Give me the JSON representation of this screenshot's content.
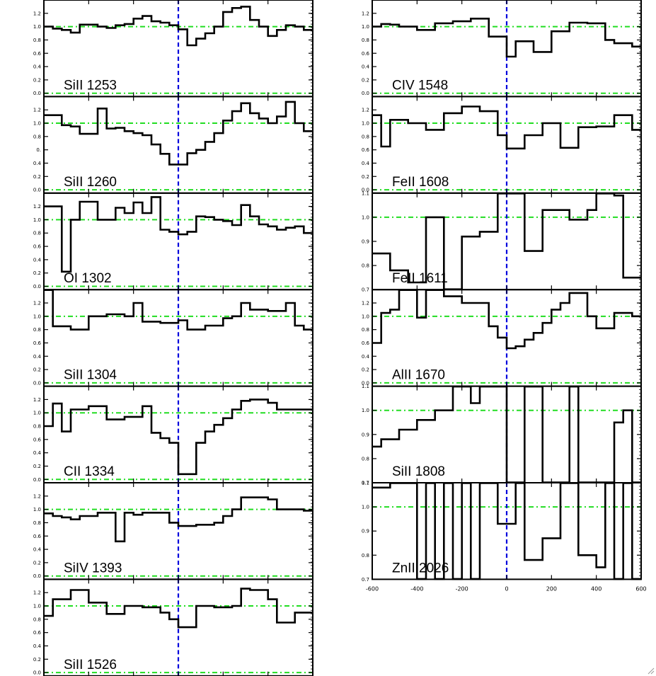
{
  "figure": {
    "x_ticks": [
      -600,
      -400,
      -200,
      0,
      200,
      400,
      600
    ],
    "colors": {
      "step": "#000000",
      "velocity_zero": "#0000dd",
      "reference": "#22dd22",
      "axes": "#000000"
    }
  },
  "chart_data": [
    {
      "type": "line",
      "column": "left",
      "label": "SiII 1253",
      "xlim": [
        -600,
        600
      ],
      "ylim": [
        -0.05,
        1.4
      ],
      "yticks": [
        0.0,
        0.2,
        0.4,
        0.6,
        0.8,
        1.0,
        1.2
      ],
      "yticklabels": [
        "0.0",
        "0.2",
        "0.4",
        "0.6",
        "0.8",
        "1.0",
        "1.2"
      ],
      "reference_lines": [
        0.0,
        1.0
      ],
      "x": [
        -600,
        -560,
        -520,
        -480,
        -440,
        -400,
        -360,
        -320,
        -280,
        -240,
        -200,
        -160,
        -120,
        -80,
        -40,
        0,
        40,
        80,
        120,
        160,
        200,
        240,
        280,
        320,
        360,
        400,
        440,
        480,
        520,
        560
      ],
      "y": [
        1.0,
        0.97,
        0.95,
        0.91,
        1.03,
        1.03,
        1.0,
        0.98,
        1.02,
        1.04,
        1.12,
        1.16,
        1.08,
        1.06,
        1.02,
        0.96,
        0.72,
        0.82,
        0.9,
        1.0,
        1.22,
        1.28,
        1.3,
        1.1,
        1.0,
        0.86,
        0.95,
        1.02,
        1.0,
        0.95
      ]
    },
    {
      "type": "line",
      "column": "left",
      "label": "SiII 1260",
      "xlim": [
        -600,
        600
      ],
      "ylim": [
        -0.05,
        1.4
      ],
      "yticks": [
        0.0,
        0.2,
        0.4,
        0.6,
        0.8,
        1.0,
        1.2
      ],
      "yticklabels": [
        "0.0",
        "0.2",
        "0.4",
        "0.",
        "0.8",
        "1.0",
        "1.2"
      ],
      "reference_lines": [
        0.0,
        1.0
      ],
      "x": [
        -600,
        -560,
        -520,
        -480,
        -440,
        -400,
        -360,
        -320,
        -280,
        -240,
        -200,
        -160,
        -120,
        -80,
        -40,
        0,
        40,
        80,
        120,
        160,
        200,
        240,
        280,
        320,
        360,
        400,
        440,
        480,
        520,
        560
      ],
      "y": [
        1.12,
        1.12,
        0.97,
        0.95,
        0.84,
        0.84,
        1.22,
        0.92,
        0.93,
        0.88,
        0.85,
        0.82,
        0.68,
        0.54,
        0.38,
        0.38,
        0.55,
        0.6,
        0.72,
        0.85,
        1.04,
        1.18,
        1.3,
        1.15,
        1.07,
        1.0,
        1.1,
        1.32,
        1.0,
        0.88
      ]
    },
    {
      "type": "line",
      "column": "left",
      "label": "OI 1302",
      "xlim": [
        -600,
        600
      ],
      "ylim": [
        -0.05,
        1.4
      ],
      "yticks": [
        0.0,
        0.2,
        0.4,
        0.6,
        0.8,
        1.0,
        1.2
      ],
      "yticklabels": [
        "0.0",
        "0.2",
        "0.4",
        "0.6",
        "0.8",
        "1.0",
        "1.2"
      ],
      "reference_lines": [
        0.0,
        1.0
      ],
      "x": [
        -600,
        -560,
        -520,
        -480,
        -440,
        -400,
        -360,
        -320,
        -280,
        -240,
        -200,
        -160,
        -120,
        -80,
        -40,
        0,
        40,
        80,
        120,
        160,
        200,
        240,
        280,
        320,
        360,
        400,
        440,
        480,
        520,
        560
      ],
      "y": [
        1.2,
        1.2,
        0.22,
        1.0,
        1.27,
        1.27,
        1.0,
        1.0,
        1.18,
        1.1,
        1.26,
        1.1,
        1.34,
        0.85,
        0.82,
        0.78,
        0.82,
        1.05,
        1.04,
        1.0,
        0.98,
        0.92,
        1.22,
        1.05,
        0.93,
        0.9,
        0.85,
        0.88,
        0.9,
        0.8
      ]
    },
    {
      "type": "line",
      "column": "left",
      "label": "SiII 1304",
      "xlim": [
        -600,
        600
      ],
      "ylim": [
        -0.05,
        1.4
      ],
      "yticks": [
        0.0,
        0.2,
        0.4,
        0.6,
        0.8,
        1.0,
        1.2
      ],
      "yticklabels": [
        "0.0",
        "0.2",
        "0.4",
        "0.6",
        "0.8",
        "1.0",
        "1.2"
      ],
      "reference_lines": [
        0.0,
        1.0
      ],
      "x": [
        -600,
        -560,
        -520,
        -480,
        -440,
        -400,
        -360,
        -320,
        -280,
        -240,
        -200,
        -160,
        -120,
        -80,
        -40,
        0,
        40,
        80,
        120,
        160,
        200,
        240,
        280,
        320,
        360,
        400,
        440,
        480,
        520,
        560
      ],
      "y": [
        1.4,
        0.85,
        0.85,
        0.8,
        0.8,
        1.0,
        1.0,
        1.03,
        1.03,
        1.0,
        1.2,
        0.92,
        0.92,
        0.9,
        0.9,
        0.94,
        0.8,
        0.8,
        0.86,
        0.86,
        0.97,
        1.0,
        1.2,
        1.1,
        1.1,
        1.08,
        1.08,
        1.2,
        0.86,
        0.8
      ]
    },
    {
      "type": "line",
      "column": "left",
      "label": "CII 1334",
      "xlim": [
        -600,
        600
      ],
      "ylim": [
        -0.05,
        1.4
      ],
      "yticks": [
        0.0,
        0.2,
        0.4,
        0.6,
        0.8,
        1.0,
        1.2
      ],
      "yticklabels": [
        "0.0",
        "0.2",
        "0.4",
        "0.6",
        "0.8",
        "1.0",
        "1.2"
      ],
      "reference_lines": [
        0.0,
        1.0
      ],
      "x": [
        -600,
        -560,
        -520,
        -480,
        -440,
        -400,
        -360,
        -320,
        -280,
        -240,
        -200,
        -160,
        -120,
        -80,
        -40,
        0,
        40,
        80,
        120,
        160,
        200,
        240,
        280,
        320,
        360,
        400,
        440,
        480,
        520,
        560
      ],
      "y": [
        0.8,
        1.14,
        0.72,
        1.05,
        1.05,
        1.1,
        1.1,
        0.9,
        0.9,
        0.94,
        0.94,
        1.1,
        0.7,
        0.62,
        0.55,
        0.08,
        0.08,
        0.55,
        0.72,
        0.82,
        0.92,
        1.05,
        1.18,
        1.2,
        1.2,
        1.15,
        1.05,
        1.05,
        1.05,
        1.05
      ]
    },
    {
      "type": "line",
      "column": "left",
      "label": "SiIV 1393",
      "xlim": [
        -600,
        600
      ],
      "ylim": [
        -0.05,
        1.4
      ],
      "yticks": [
        0.0,
        0.2,
        0.4,
        0.6,
        0.8,
        1.0,
        1.2
      ],
      "yticklabels": [
        "0.0",
        "0.2",
        "0.4",
        "0.6",
        "0.8",
        "1.0",
        "1.2"
      ],
      "reference_lines": [
        0.0,
        1.0
      ],
      "x": [
        -600,
        -560,
        -520,
        -480,
        -440,
        -400,
        -360,
        -320,
        -280,
        -240,
        -200,
        -160,
        -120,
        -80,
        -40,
        0,
        40,
        80,
        120,
        160,
        200,
        240,
        280,
        320,
        360,
        400,
        440,
        480,
        520,
        560
      ],
      "y": [
        0.94,
        0.9,
        0.88,
        0.85,
        0.9,
        0.9,
        0.95,
        0.95,
        0.52,
        0.95,
        0.92,
        0.95,
        0.95,
        0.95,
        0.8,
        0.75,
        0.75,
        0.77,
        0.77,
        0.8,
        0.9,
        1.0,
        1.18,
        1.18,
        1.18,
        1.15,
        1.0,
        1.0,
        1.0,
        0.98
      ]
    },
    {
      "type": "line",
      "column": "left",
      "label": "SiII 1526",
      "xlim": [
        -600,
        600
      ],
      "ylim": [
        -0.05,
        1.4
      ],
      "yticks": [
        0.0,
        0.2,
        0.4,
        0.6,
        0.8,
        1.0,
        1.2
      ],
      "yticklabels": [
        "0.0",
        "0.2",
        "0.4",
        "0.6",
        "0.8",
        "1.0",
        "1.2"
      ],
      "reference_lines": [
        0.0,
        1.0
      ],
      "x": [
        -600,
        -560,
        -520,
        -480,
        -440,
        -400,
        -360,
        -320,
        -280,
        -240,
        -200,
        -160,
        -120,
        -80,
        -40,
        0,
        40,
        80,
        120,
        160,
        200,
        240,
        280,
        320,
        360,
        400,
        440,
        480,
        520,
        560
      ],
      "y": [
        0.85,
        1.1,
        1.1,
        1.24,
        1.24,
        1.05,
        1.05,
        0.88,
        0.88,
        1.0,
        1.0,
        0.98,
        0.98,
        0.9,
        0.8,
        0.68,
        0.68,
        1.0,
        1.0,
        0.98,
        0.98,
        1.0,
        1.26,
        1.24,
        1.24,
        1.1,
        0.75,
        0.75,
        0.9,
        0.9
      ]
    },
    {
      "type": "line",
      "column": "right",
      "label": "CIV 1548",
      "xlim": [
        -600,
        600
      ],
      "ylim": [
        -0.05,
        1.4
      ],
      "yticks": [
        0.0,
        0.2,
        0.4,
        0.6,
        0.8,
        1.0,
        1.2
      ],
      "yticklabels": [
        "0.0",
        "0.2",
        "0.4",
        "0.6",
        "0.8",
        "1.0",
        "1.2"
      ],
      "reference_lines": [
        0.0,
        1.0
      ],
      "x": [
        -600,
        -560,
        -520,
        -480,
        -440,
        -400,
        -360,
        -320,
        -280,
        -240,
        -200,
        -160,
        -120,
        -80,
        -40,
        0,
        40,
        80,
        120,
        160,
        200,
        240,
        280,
        320,
        360,
        400,
        440,
        480,
        520,
        560
      ],
      "y": [
        1.0,
        1.04,
        1.03,
        1.0,
        1.0,
        0.95,
        0.95,
        1.05,
        1.05,
        1.08,
        1.08,
        1.12,
        1.12,
        0.85,
        0.85,
        0.55,
        0.78,
        0.78,
        0.62,
        0.62,
        0.93,
        0.93,
        1.06,
        1.06,
        1.05,
        1.05,
        0.8,
        0.75,
        0.75,
        0.7
      ]
    },
    {
      "type": "line",
      "column": "right",
      "label": "FeII 1608",
      "xlim": [
        -600,
        600
      ],
      "ylim": [
        -0.05,
        1.4
      ],
      "yticks": [
        0.0,
        0.2,
        0.4,
        0.6,
        0.8,
        1.0,
        1.2
      ],
      "yticklabels": [
        "0.0",
        "0.2",
        "0.4",
        "0.6",
        "0.8",
        "1.0",
        "1.2"
      ],
      "reference_lines": [
        0.0,
        1.0
      ],
      "x": [
        -600,
        -560,
        -520,
        -480,
        -440,
        -400,
        -360,
        -320,
        -280,
        -240,
        -200,
        -160,
        -120,
        -80,
        -40,
        0,
        40,
        80,
        120,
        160,
        200,
        240,
        280,
        320,
        360,
        400,
        440,
        480,
        520,
        560
      ],
      "y": [
        1.12,
        0.65,
        1.05,
        1.05,
        1.0,
        1.0,
        0.9,
        0.9,
        1.15,
        1.15,
        1.25,
        1.25,
        1.18,
        1.18,
        0.82,
        0.62,
        0.62,
        0.82,
        0.82,
        1.0,
        1.0,
        0.63,
        0.63,
        0.94,
        0.94,
        0.95,
        0.95,
        1.12,
        1.12,
        0.9
      ]
    },
    {
      "type": "line",
      "column": "right",
      "label": "FeII 1611",
      "xlim": [
        -600,
        600
      ],
      "ylim": [
        0.7,
        1.1
      ],
      "yticks": [
        0.7,
        0.8,
        0.9,
        1.0,
        1.1
      ],
      "yticklabels": [
        "0.7",
        "0.8",
        "0.9",
        "1.0",
        "1.1"
      ],
      "reference_lines": [
        1.0
      ],
      "x": [
        -600,
        -560,
        -520,
        -480,
        -440,
        -400,
        -360,
        -320,
        -280,
        -240,
        -200,
        -160,
        -120,
        -80,
        -40,
        0,
        40,
        80,
        120,
        160,
        200,
        240,
        280,
        320,
        360,
        400,
        440,
        480,
        520,
        560
      ],
      "y": [
        0.85,
        0.85,
        0.78,
        0.78,
        0.73,
        0.73,
        1.0,
        1.0,
        0.68,
        0.68,
        0.92,
        0.92,
        0.94,
        0.94,
        1.15,
        1.15,
        1.15,
        0.86,
        0.86,
        1.03,
        1.03,
        1.03,
        0.99,
        0.99,
        1.03,
        1.15,
        1.15,
        1.09,
        0.75,
        0.75
      ]
    },
    {
      "type": "line",
      "column": "right",
      "label": "AlII 1670",
      "xlim": [
        -600,
        600
      ],
      "ylim": [
        -0.05,
        1.4
      ],
      "yticks": [
        0.0,
        0.2,
        0.4,
        0.6,
        0.8,
        1.0,
        1.2
      ],
      "yticklabels": [
        "0.0",
        "0.2",
        "0.4",
        "0.6",
        "0.8",
        "1.0",
        "1.2"
      ],
      "reference_lines": [
        0.0,
        1.0
      ],
      "x": [
        -600,
        -560,
        -520,
        -480,
        -440,
        -400,
        -360,
        -320,
        -280,
        -240,
        -200,
        -160,
        -120,
        -80,
        -40,
        0,
        40,
        80,
        120,
        160,
        200,
        240,
        280,
        320,
        360,
        400,
        440,
        480,
        520,
        560
      ],
      "y": [
        0.6,
        1.05,
        1.1,
        1.45,
        1.45,
        0.98,
        1.45,
        1.45,
        1.3,
        1.3,
        1.2,
        1.2,
        1.2,
        0.85,
        0.68,
        0.52,
        0.55,
        0.65,
        0.75,
        0.9,
        1.1,
        1.2,
        1.35,
        1.35,
        1.0,
        0.82,
        0.82,
        1.05,
        1.05,
        1.0
      ]
    },
    {
      "type": "line",
      "column": "right",
      "label": "SiII 1808",
      "xlim": [
        -600,
        600
      ],
      "ylim": [
        0.7,
        1.1
      ],
      "yticks": [
        0.7,
        0.8,
        0.9,
        1.0,
        1.1
      ],
      "yticklabels": [
        "0.7",
        "0.8",
        "0.9",
        "1.0",
        "1.1"
      ],
      "reference_lines": [
        1.0
      ],
      "x": [
        -600,
        -560,
        -520,
        -480,
        -440,
        -400,
        -360,
        -320,
        -280,
        -240,
        -200,
        -160,
        -120,
        -80,
        -40,
        0,
        40,
        80,
        120,
        160,
        200,
        240,
        280,
        320,
        360,
        400,
        440,
        480,
        520,
        560
      ],
      "y": [
        0.85,
        0.88,
        0.88,
        0.92,
        0.92,
        0.96,
        0.96,
        1.0,
        1.0,
        1.15,
        1.15,
        1.03,
        1.15,
        1.15,
        1.15,
        0.65,
        0.65,
        1.15,
        1.15,
        0.65,
        0.65,
        0.65,
        1.15,
        0.65,
        0.65,
        0.65,
        0.65,
        0.95,
        1.0,
        0.55
      ]
    },
    {
      "type": "line",
      "column": "right",
      "label": "ZnII 2026",
      "xlim": [
        -600,
        600
      ],
      "ylim": [
        0.7,
        1.1
      ],
      "yticks": [
        0.7,
        0.8,
        0.9,
        1.0,
        1.1
      ],
      "yticklabels": [
        "0.7",
        "0.8",
        "0.9",
        "1.0",
        "1.1"
      ],
      "reference_lines": [
        1.0
      ],
      "x": [
        -600,
        -560,
        -520,
        -480,
        -440,
        -400,
        -360,
        -320,
        -280,
        -240,
        -200,
        -160,
        -120,
        -80,
        -40,
        0,
        40,
        80,
        120,
        160,
        200,
        240,
        280,
        320,
        360,
        400,
        440,
        480,
        520,
        560
      ],
      "y": [
        1.08,
        1.08,
        1.15,
        1.15,
        1.15,
        0.45,
        1.15,
        0.45,
        1.15,
        0.45,
        1.15,
        0.45,
        1.15,
        1.15,
        0.93,
        0.93,
        1.15,
        0.78,
        0.78,
        0.87,
        0.87,
        1.15,
        1.15,
        0.8,
        0.8,
        0.75,
        1.15,
        0.45,
        1.15,
        0.45
      ]
    }
  ]
}
